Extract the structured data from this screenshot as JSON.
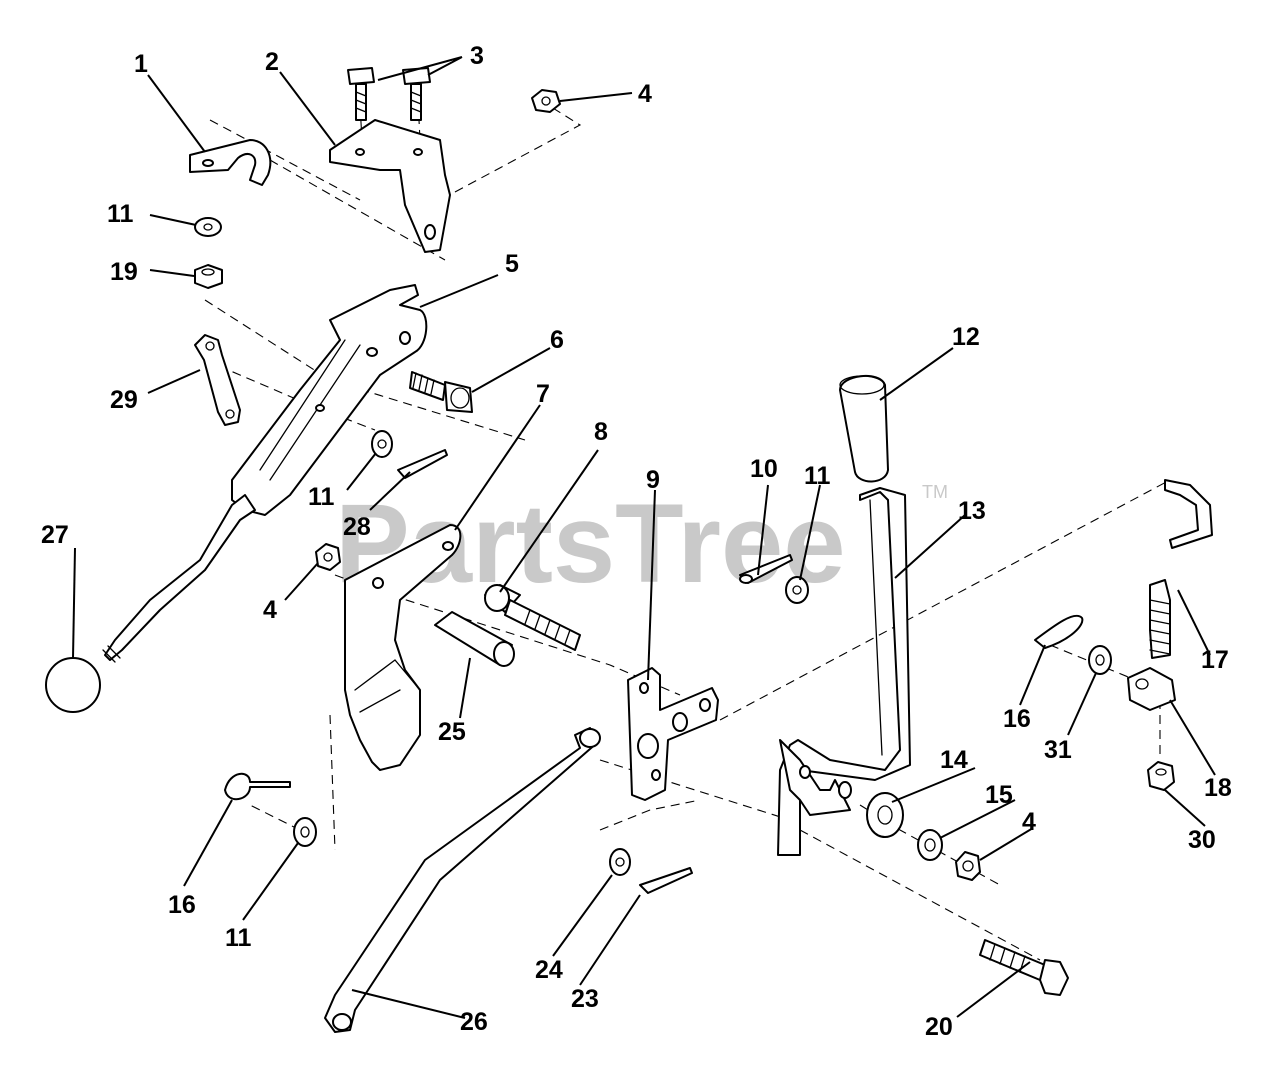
{
  "watermark": {
    "text": "PartsTree",
    "trademark": "TM"
  },
  "callouts": [
    {
      "id": "c1",
      "label": "1"
    },
    {
      "id": "c2",
      "label": "2"
    },
    {
      "id": "c3",
      "label": "3"
    },
    {
      "id": "c4a",
      "label": "4"
    },
    {
      "id": "c5",
      "label": "5"
    },
    {
      "id": "c6",
      "label": "6"
    },
    {
      "id": "c7",
      "label": "7"
    },
    {
      "id": "c8",
      "label": "8"
    },
    {
      "id": "c9",
      "label": "9"
    },
    {
      "id": "c10",
      "label": "10"
    },
    {
      "id": "c11a",
      "label": "11"
    },
    {
      "id": "c11b",
      "label": "11"
    },
    {
      "id": "c11c",
      "label": "11"
    },
    {
      "id": "c11d",
      "label": "11"
    },
    {
      "id": "c12",
      "label": "12"
    },
    {
      "id": "c13",
      "label": "13"
    },
    {
      "id": "c14",
      "label": "14"
    },
    {
      "id": "c15",
      "label": "15"
    },
    {
      "id": "c4b",
      "label": "4"
    },
    {
      "id": "c4c",
      "label": "4"
    },
    {
      "id": "c16a",
      "label": "16"
    },
    {
      "id": "c16b",
      "label": "16"
    },
    {
      "id": "c17",
      "label": "17"
    },
    {
      "id": "c18",
      "label": "18"
    },
    {
      "id": "c19",
      "label": "19"
    },
    {
      "id": "c20",
      "label": "20"
    },
    {
      "id": "c23",
      "label": "23"
    },
    {
      "id": "c24",
      "label": "24"
    },
    {
      "id": "c25",
      "label": "25"
    },
    {
      "id": "c26",
      "label": "26"
    },
    {
      "id": "c27",
      "label": "27"
    },
    {
      "id": "c28",
      "label": "28"
    },
    {
      "id": "c29",
      "label": "29"
    },
    {
      "id": "c30",
      "label": "30"
    },
    {
      "id": "c31",
      "label": "31"
    }
  ]
}
